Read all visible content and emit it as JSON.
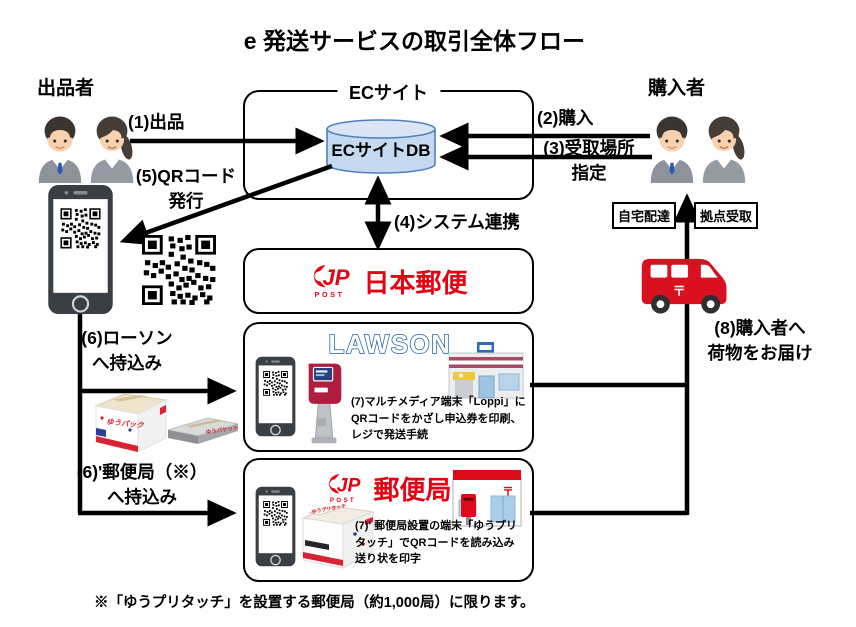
{
  "title": "e 発送サービスの取引全体フロー",
  "seller": {
    "label": "出品者"
  },
  "buyer": {
    "label": "購入者"
  },
  "ec_site": {
    "label": "ECサイト",
    "db": "ECサイトDB"
  },
  "japan_post": {
    "jp": "JP",
    "post": "POST",
    "name": "日本郵便"
  },
  "flows": {
    "f1": "(1)出品",
    "f2": "(2)購入",
    "f3": "(3)受取場所\n指定",
    "f4": "(4)システム連携",
    "f5": "(5)QRコード\n発行",
    "f6": "(6)ローソン\nへ持込み",
    "f6d": "(6)'郵便局（※）\nへ持込み",
    "f8": "(8)購入者へ\n荷物をお届け"
  },
  "delivery": {
    "home": "自宅配達",
    "pickup": "拠点受取"
  },
  "lawson": {
    "logo": "LAWSON",
    "note": "(7)マルチメディア端末「Loppi」に\nQRコードをかざし申込券を印刷、\nレジで発送手続"
  },
  "post_office": {
    "jp": "JP",
    "post": "POST",
    "name": "郵便局",
    "note": "(7)' 郵便局設置の端末「ゆうプリ\nタッチ」でQRコードを読み込み\n送り状を印字"
  },
  "icons": {
    "postal_mark": "〒"
  },
  "footnote": "※「ゆうプリタッチ」を設置する郵便局（約1,000局）に限ります。",
  "colors": {
    "post_red": "#e60012",
    "lawson_blue": "#1a5fa8",
    "db_fill": "#c5d9f1",
    "db_border": "#4f81bd"
  }
}
